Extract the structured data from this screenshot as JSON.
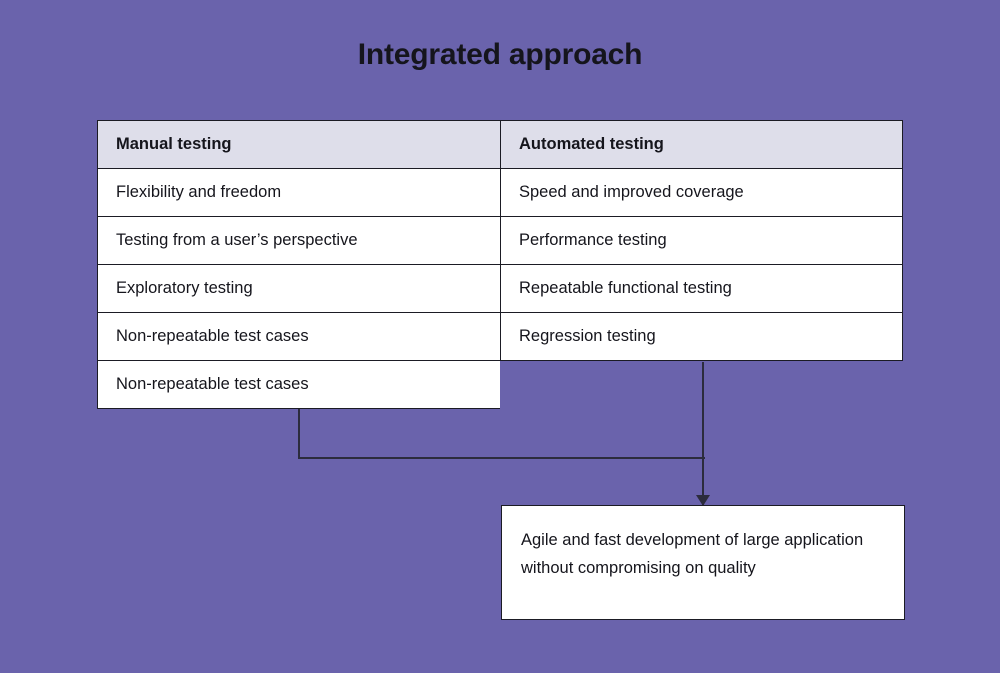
{
  "page": {
    "title": "Integrated approach",
    "background_color": "#6A63AC",
    "header_fill_color": "#DEDEEA",
    "box_fill_color": "#FFFFFF",
    "border_color": "#1B1B24",
    "text_color": "#15151C"
  },
  "table": {
    "columns": [
      {
        "header": "Manual testing",
        "rows": [
          "Flexibility and freedom",
          "Testing from a user’s perspective",
          "Exploratory testing",
          "Non-repeatable test cases",
          "Non-repeatable test cases"
        ]
      },
      {
        "header": "Automated testing",
        "rows": [
          "Speed and improved coverage",
          "Performance testing",
          "Repeatable functional testing",
          "Regression testing"
        ]
      }
    ]
  },
  "result": {
    "text": "Agile and fast development of large application without compromising on quality"
  },
  "connector": {
    "arrow_direction": "down"
  }
}
